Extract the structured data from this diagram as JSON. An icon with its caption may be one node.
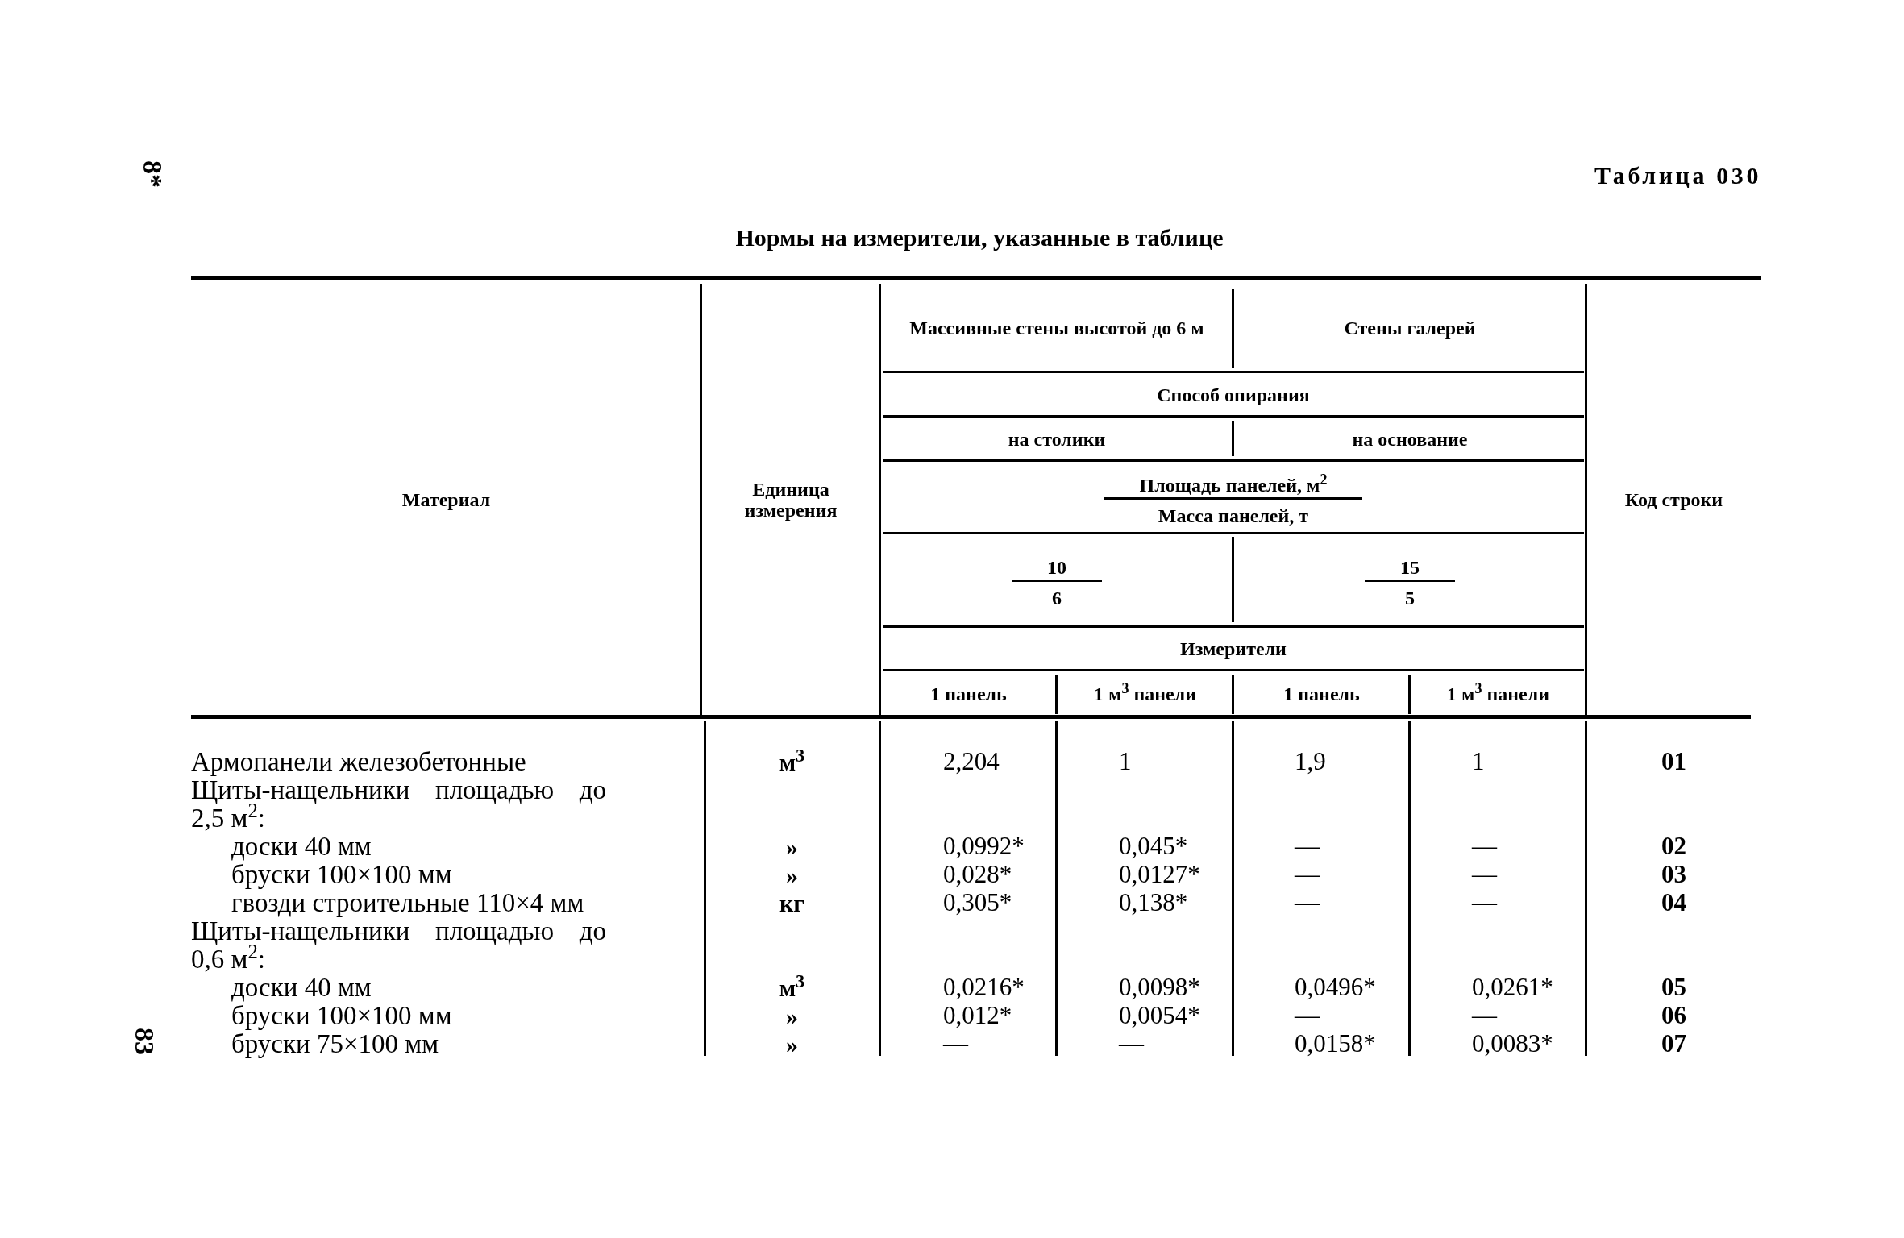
{
  "diagram": {
    "title": "Нормы на измерители, указанные в таблице",
    "labels": [
      "8*",
      "Таблица 030",
      "Материал",
      "Единица измерения",
      "Массивные стены высотой до 6 м",
      "Стены галерей",
      "Код строки",
      "Способ опирания",
      "на столики",
      "на основание",
      "Площадь панелей, м$^{2}$",
      "Масса панелей, т",
      "10",
      "6",
      "15",
      "5",
      "Измерители",
      "1 панель",
      "1 м$^{3}$ панели",
      "1 панель",
      "1 м$^{3}$ панели",
      "Армопанели железобетонные",
      "м$^{3}$",
      "2,204",
      "1",
      "1,9",
      "1",
      "01",
      "Щиты-нащельники площадью до 2,5 м$^{2}$:",
      "доски 40 мм",
      "»",
      "0,0992*",
      "0,045*",
      "—",
      "—",
      "02",
      "бруски 100×100 мм",
      "»",
      "0,028*",
      "0,0127*",
      "—",
      "—",
      "03",
      "гвозди строительные 110×4 мм",
      "кг",
      "0,305*",
      "0,138*",
      "—",
      "—",
      "04",
      "Щиты-нащельники площадью до 0,6 м$^{2}$:",
      "доски 40 мм",
      "м$^{3}$",
      "0,0216*",
      "0,0098*",
      "0,0496*",
      "0,0261*",
      "05",
      "бруски 100×100 мм",
      "»",
      "0,012*",
      "0,0054*",
      "—",
      "—",
      "06",
      "бруски 75×100 мм",
      "»",
      "—",
      "—",
      "0,0158*",
      "0,0083*",
      "07",
      "83"
    ]
  }
}
